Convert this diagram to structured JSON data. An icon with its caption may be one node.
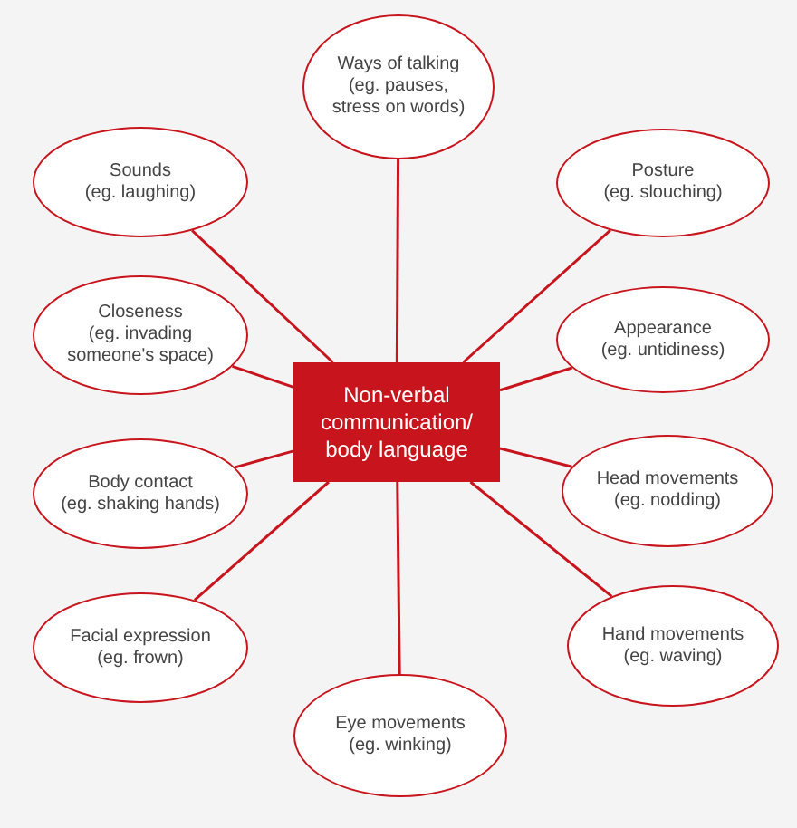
{
  "diagram": {
    "nodes": [
      {
        "text": [
          "Non-verbal communication/ body language"
        ]
      },
      {
        "text": [
          "Ways of talking",
          "(eg. pauses, stress on words)"
        ]
      },
      {
        "text": [
          "Sounds",
          "(eg. laughing)"
        ]
      },
      {
        "text": [
          "Posture",
          "(eg. slouching)"
        ]
      },
      {
        "text": [
          "Closeness",
          "(eg. invading someone's space)"
        ]
      },
      {
        "text": [
          "Appearance",
          "(eg. untidiness)"
        ]
      },
      {
        "text": [
          "Body contact",
          "(eg. shaking hands)"
        ]
      },
      {
        "text": [
          "Head movements",
          "(eg. nodding)"
        ]
      },
      {
        "text": [
          "Facial expression",
          "(eg. frown)"
        ]
      },
      {
        "text": [
          "Hand movements",
          "(eg. waving)"
        ]
      },
      {
        "text": [
          "Eye movements",
          "(eg. winking)"
        ]
      }
    ],
    "edges": [
      {
        "from": 0,
        "to": 1,
        "arrow": "none"
      },
      {
        "from": 0,
        "to": 2,
        "arrow": "none"
      },
      {
        "from": 0,
        "to": 3,
        "arrow": "none"
      },
      {
        "from": 0,
        "to": 4,
        "arrow": "none"
      },
      {
        "from": 0,
        "to": 5,
        "arrow": "none"
      },
      {
        "from": 0,
        "to": 6,
        "arrow": "none"
      },
      {
        "from": 0,
        "to": 7,
        "arrow": "none"
      },
      {
        "from": 0,
        "to": 8,
        "arrow": "none"
      },
      {
        "from": 0,
        "to": 9,
        "arrow": "none"
      },
      {
        "from": 0,
        "to": 10,
        "arrow": "none"
      }
    ]
  }
}
